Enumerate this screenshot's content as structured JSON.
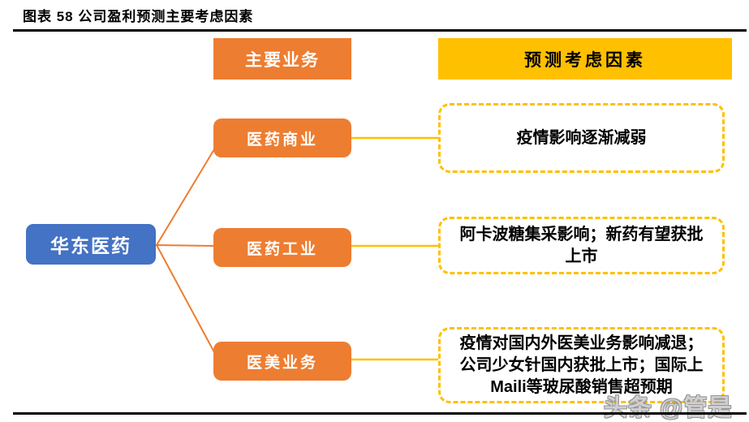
{
  "figure": {
    "title": "图表 58  公司盈利预测主要考虑因素"
  },
  "headers": {
    "business": "主要业务",
    "factors": "预测考虑因素"
  },
  "root": {
    "label": "华东医药"
  },
  "rows": [
    {
      "business": "医药商业",
      "factor": [
        "疫情影响逐渐减弱"
      ]
    },
    {
      "business": "医药工业",
      "factor": [
        "阿卡波糖集采影响；新药有望获批",
        "上市"
      ]
    },
    {
      "business": "医美业务",
      "factor": [
        "疫情对国内外医美业务影响减退；",
        "公司少女针国内获批上市；国际上",
        "Maili等玻尿酸销售超预期"
      ]
    }
  ],
  "watermark": "头条 @管是",
  "colors": {
    "orange": "#ED7D31",
    "gold": "#FFC000",
    "blue": "#4472C4",
    "rule": "#000000"
  }
}
